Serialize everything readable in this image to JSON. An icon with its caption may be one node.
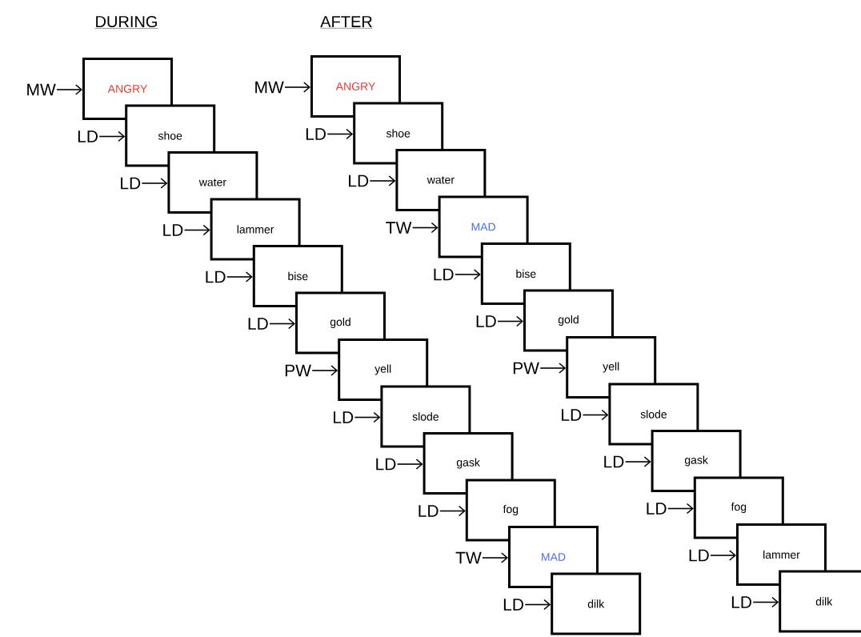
{
  "diagram": {
    "nodes": [
      {
        "text": [
          "MW"
        ]
      },
      {
        "text": [
          "ANGRY"
        ]
      },
      {
        "text": [
          "LD"
        ]
      },
      {
        "text": [
          "shoe"
        ]
      },
      {
        "text": [
          "LD"
        ]
      },
      {
        "text": [
          "water"
        ]
      },
      {
        "text": [
          "LD"
        ]
      },
      {
        "text": [
          "lammer"
        ]
      },
      {
        "text": [
          "LD"
        ]
      },
      {
        "text": [
          "bise"
        ]
      },
      {
        "text": [
          "LD"
        ]
      },
      {
        "text": [
          "gold"
        ]
      },
      {
        "text": [
          "PW"
        ]
      },
      {
        "text": [
          "yell"
        ]
      },
      {
        "text": [
          "LD"
        ]
      },
      {
        "text": [
          "slode"
        ]
      },
      {
        "text": [
          "LD"
        ]
      },
      {
        "text": [
          "gask"
        ]
      },
      {
        "text": [
          "LD"
        ]
      },
      {
        "text": [
          "fog"
        ]
      },
      {
        "text": [
          "TW"
        ]
      },
      {
        "text": [
          "MAD"
        ]
      },
      {
        "text": [
          "LD"
        ]
      },
      {
        "text": [
          "dilk"
        ]
      },
      {
        "text": [
          "MW"
        ]
      },
      {
        "text": [
          "ANGRY"
        ]
      },
      {
        "text": [
          "LD"
        ]
      },
      {
        "text": [
          "shoe"
        ]
      },
      {
        "text": [
          "LD"
        ]
      },
      {
        "text": [
          "water"
        ]
      },
      {
        "text": [
          "TW"
        ]
      },
      {
        "text": [
          "MAD"
        ]
      },
      {
        "text": [
          "LD"
        ]
      },
      {
        "text": [
          "bise"
        ]
      },
      {
        "text": [
          "LD"
        ]
      },
      {
        "text": [
          "gold"
        ]
      },
      {
        "text": [
          "PW"
        ]
      },
      {
        "text": [
          "yell"
        ]
      },
      {
        "text": [
          "LD"
        ]
      },
      {
        "text": [
          "slode"
        ]
      },
      {
        "text": [
          "LD"
        ]
      },
      {
        "text": [
          "gask"
        ]
      },
      {
        "text": [
          "LD"
        ]
      },
      {
        "text": [
          "fog"
        ]
      },
      {
        "text": [
          "LD"
        ]
      },
      {
        "text": [
          "lammer"
        ]
      },
      {
        "text": [
          "LD"
        ]
      },
      {
        "text": [
          "dilk"
        ]
      }
    ],
    "edges": [
      {
        "from": 0,
        "to": 1,
        "arrow": "to"
      },
      {
        "from": 2,
        "to": 3,
        "arrow": "to"
      },
      {
        "from": 4,
        "to": 5,
        "arrow": "to"
      },
      {
        "from": 6,
        "to": 7,
        "arrow": "to"
      },
      {
        "from": 8,
        "to": 9,
        "arrow": "to"
      },
      {
        "from": 10,
        "to": 11,
        "arrow": "to"
      },
      {
        "from": 12,
        "to": 13,
        "arrow": "to"
      },
      {
        "from": 14,
        "to": 15,
        "arrow": "to"
      },
      {
        "from": 16,
        "to": 17,
        "arrow": "to"
      },
      {
        "from": 18,
        "to": 19,
        "arrow": "to"
      },
      {
        "from": 20,
        "to": 21,
        "arrow": "to"
      },
      {
        "from": 22,
        "to": 23,
        "arrow": "to"
      },
      {
        "from": 24,
        "to": 25,
        "arrow": "to"
      },
      {
        "from": 26,
        "to": 27,
        "arrow": "to"
      },
      {
        "from": 28,
        "to": 29,
        "arrow": "to"
      },
      {
        "from": 30,
        "to": 31,
        "arrow": "to"
      },
      {
        "from": 32,
        "to": 33,
        "arrow": "to"
      },
      {
        "from": 34,
        "to": 35,
        "arrow": "to"
      },
      {
        "from": 36,
        "to": 37,
        "arrow": "to"
      },
      {
        "from": 38,
        "to": 39,
        "arrow": "to"
      },
      {
        "from": 40,
        "to": 41,
        "arrow": "to"
      },
      {
        "from": 42,
        "to": 43,
        "arrow": "to"
      },
      {
        "from": 44,
        "to": 45,
        "arrow": "to"
      },
      {
        "from": 46,
        "to": 47,
        "arrow": "to"
      }
    ],
    "labels": [
      "DURING",
      "AFTER"
    ]
  }
}
